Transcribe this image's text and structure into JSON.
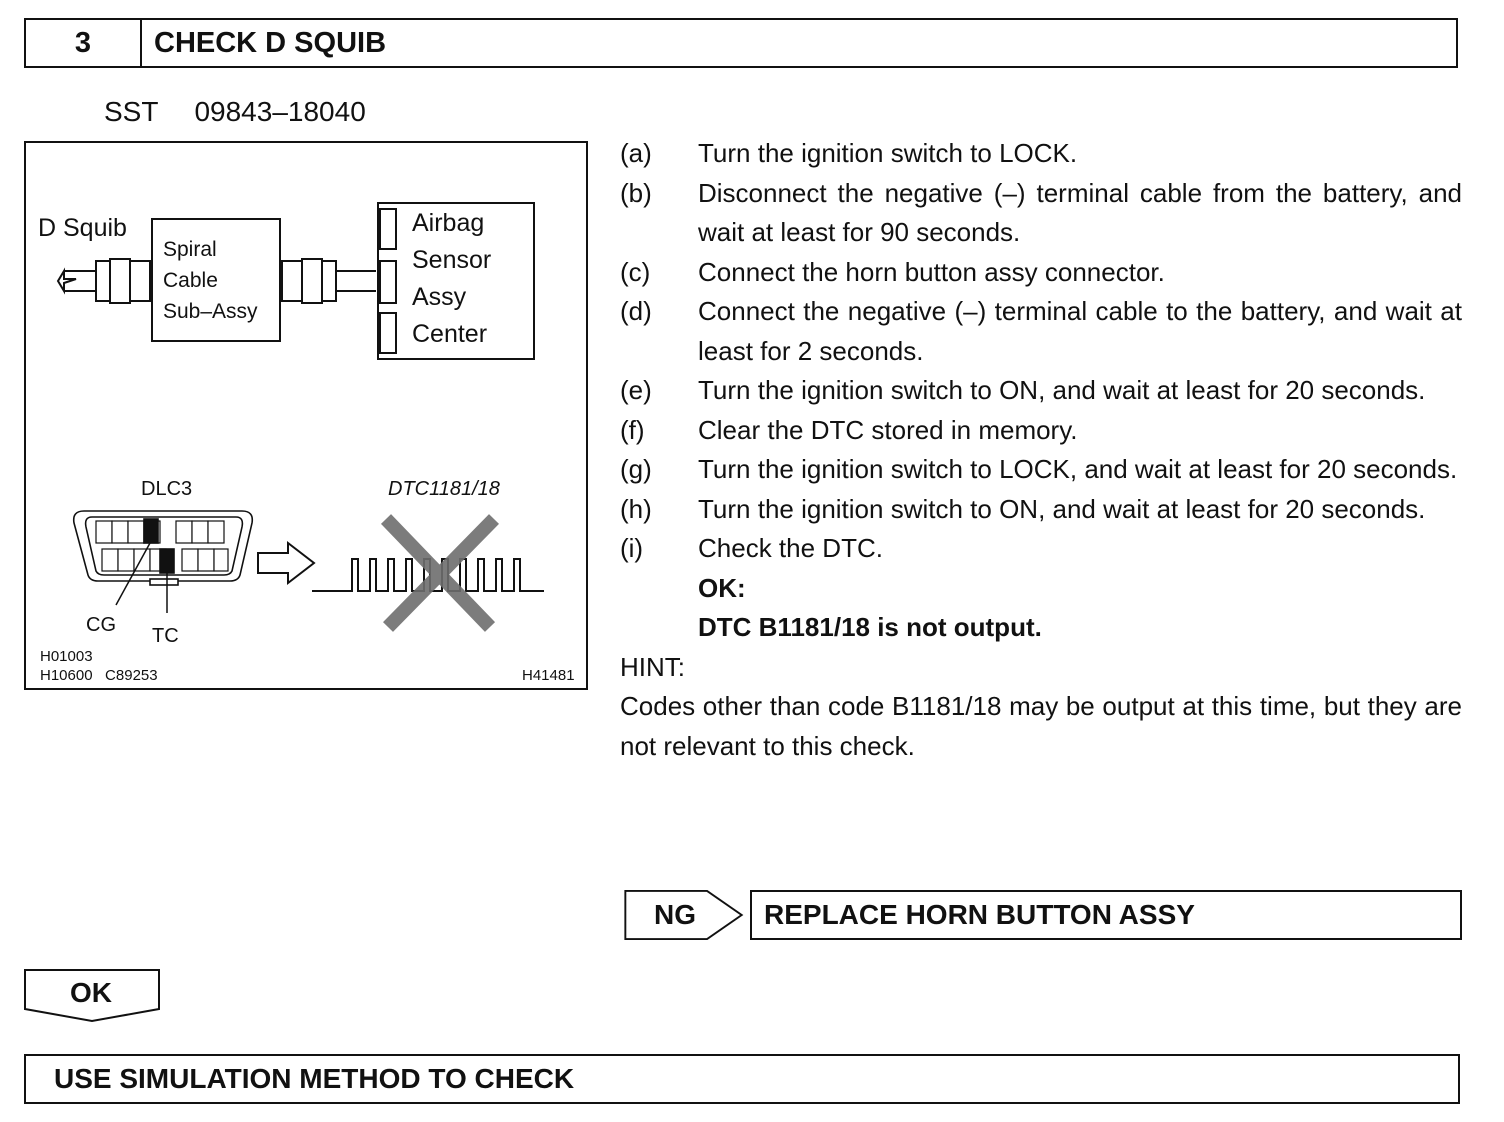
{
  "header": {
    "step_number": "3",
    "title": "CHECK D SQUIB"
  },
  "sst": {
    "label": "SST",
    "code": "09843–18040"
  },
  "figure": {
    "d_squib": "D Squib",
    "spiral": [
      "Spiral",
      "Cable",
      "Sub–Assy"
    ],
    "sensor": [
      "Airbag",
      "Sensor",
      "Assy",
      "Center"
    ],
    "dlc": "DLC3",
    "cg": "CG",
    "tc": "TC",
    "dtc": "DTC1181/18",
    "refs_left": [
      "H01003",
      "H10600   C89253"
    ],
    "ref_right": "H41481"
  },
  "steps": [
    {
      "label": "(a)",
      "text": "Turn the ignition switch to LOCK."
    },
    {
      "label": "(b)",
      "text": "Disconnect the negative (–) terminal cable from the battery, and wait at least for 90 seconds."
    },
    {
      "label": "(c)",
      "text": "Connect the horn button assy connector."
    },
    {
      "label": "(d)",
      "text": "Connect the negative (–) terminal cable to the battery, and wait at least for 2 seconds."
    },
    {
      "label": "(e)",
      "text": "Turn the ignition switch to ON, and wait at least for 20 seconds."
    },
    {
      "label": "(f)",
      "text": "Clear the DTC stored in memory."
    },
    {
      "label": "(g)",
      "text": "Turn the ignition switch to LOCK, and wait at least for 20 seconds."
    },
    {
      "label": "(h)",
      "text": "Turn the ignition switch to ON, and wait at least for 20 seconds."
    },
    {
      "label": "(i)",
      "text": "Check the DTC."
    }
  ],
  "ok_result": {
    "label": "OK:",
    "text": "DTC B1181/18 is not output."
  },
  "hint": {
    "label": "HINT:",
    "text": "Codes other than code B1181/18 may be output at this time, but they are not relevant to this check."
  },
  "ng": {
    "label": "NG",
    "action": "REPLACE HORN BUTTON ASSY"
  },
  "ok_tag": "OK",
  "next": "USE SIMULATION METHOD TO CHECK"
}
